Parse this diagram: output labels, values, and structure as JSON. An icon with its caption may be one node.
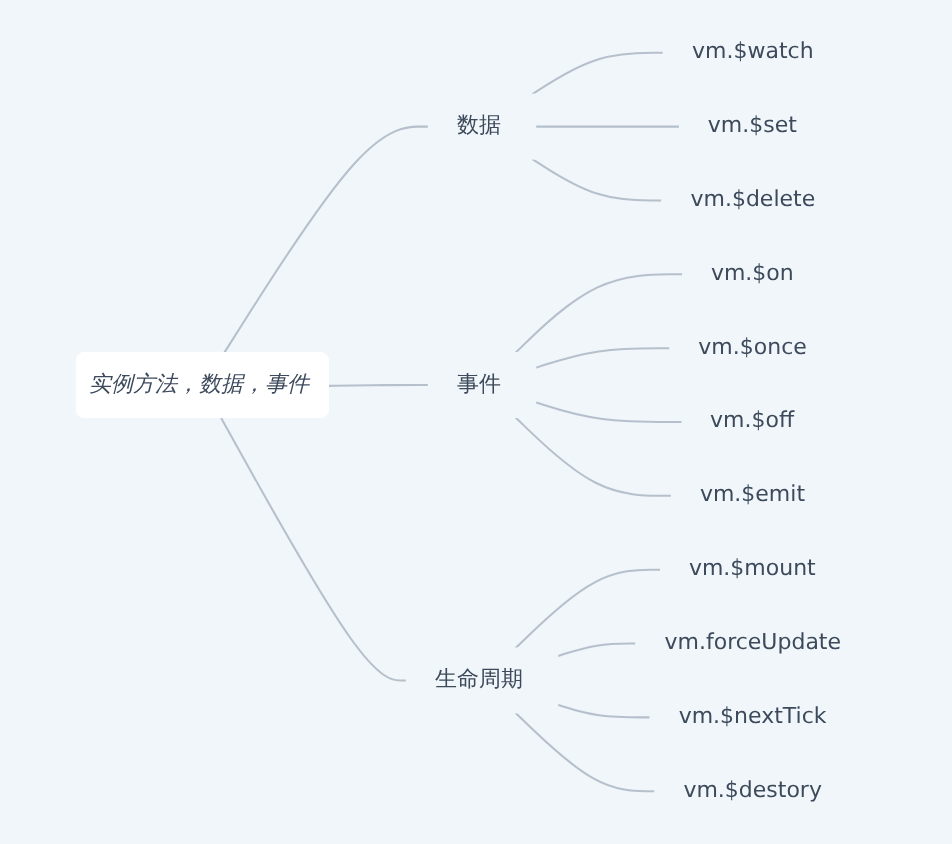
{
  "diagram": {
    "nodes": [
      {
        "text": [
          "实例方法，数据，事件"
        ]
      },
      {
        "text": [
          "数据"
        ]
      },
      {
        "text": [
          "vm.$watch"
        ]
      },
      {
        "text": [
          "vm.$set"
        ]
      },
      {
        "text": [
          "vm.$delete"
        ]
      },
      {
        "text": [
          "事件"
        ]
      },
      {
        "text": [
          "vm.$on"
        ]
      },
      {
        "text": [
          "vm.$once"
        ]
      },
      {
        "text": [
          "vm.$off"
        ]
      },
      {
        "text": [
          "vm.$emit"
        ]
      },
      {
        "text": [
          "生命周期"
        ]
      },
      {
        "text": [
          "vm.$mount"
        ]
      },
      {
        "text": [
          "vm.forceUpdate"
        ]
      },
      {
        "text": [
          "vm.$nextTick"
        ]
      },
      {
        "text": [
          "vm.$destory"
        ]
      }
    ],
    "edges": [
      {
        "from": 0,
        "to": 1,
        "arrow": "none"
      },
      {
        "from": 0,
        "to": 5,
        "arrow": "none"
      },
      {
        "from": 0,
        "to": 10,
        "arrow": "none"
      },
      {
        "from": 1,
        "to": 2,
        "arrow": "none"
      },
      {
        "from": 1,
        "to": 3,
        "arrow": "none"
      },
      {
        "from": 1,
        "to": 4,
        "arrow": "none"
      },
      {
        "from": 5,
        "to": 6,
        "arrow": "none"
      },
      {
        "from": 5,
        "to": 7,
        "arrow": "none"
      },
      {
        "from": 5,
        "to": 8,
        "arrow": "none"
      },
      {
        "from": 5,
        "to": 9,
        "arrow": "none"
      },
      {
        "from": 10,
        "to": 11,
        "arrow": "none"
      },
      {
        "from": 10,
        "to": 12,
        "arrow": "none"
      },
      {
        "from": 10,
        "to": 13,
        "arrow": "none"
      },
      {
        "from": 10,
        "to": 14,
        "arrow": "none"
      }
    ]
  }
}
